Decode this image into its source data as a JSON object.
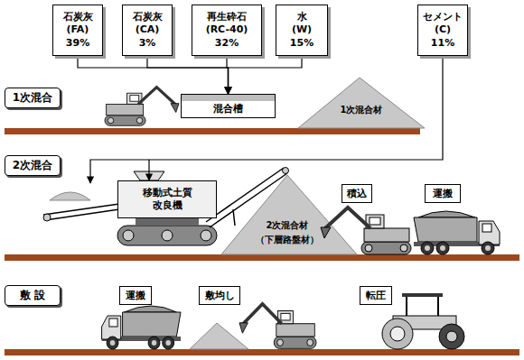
{
  "diagram": {
    "nodes": [
      {
        "text": [
          "石炭灰",
          "(FA)",
          "39%"
        ]
      },
      {
        "text": [
          "石炭灰",
          "(CA)",
          "3%"
        ]
      },
      {
        "text": [
          "再生砕石",
          "(RC-40)",
          "32%"
        ]
      },
      {
        "text": [
          "水",
          "(W)",
          "15%"
        ]
      },
      {
        "text": [
          "セメント",
          "(C)",
          "11%"
        ]
      },
      {
        "text": [
          "1次混合"
        ]
      },
      {
        "text": [
          "混合槽"
        ]
      },
      {
        "text": [
          "2次混合"
        ]
      },
      {
        "text": [
          "移動式土質 改良機"
        ]
      },
      {
        "text": [
          "積込"
        ]
      },
      {
        "text": [
          "運搬"
        ]
      },
      {
        "text": [
          "敷 設"
        ]
      },
      {
        "text": [
          "運搬"
        ]
      },
      {
        "text": [
          "敷均し"
        ]
      },
      {
        "text": [
          "転圧"
        ]
      }
    ],
    "edges": [
      {
        "from": 0,
        "to": 6,
        "arrow": "to"
      },
      {
        "from": 1,
        "to": 6,
        "arrow": "to"
      },
      {
        "from": 2,
        "to": 6,
        "arrow": "to"
      },
      {
        "from": 3,
        "to": 6,
        "arrow": "to"
      },
      {
        "from": 4,
        "to": 8,
        "arrow": "to"
      }
    ],
    "labels": [
      "1次混合材",
      "2次混合材",
      "（下層路盤材）"
    ]
  }
}
